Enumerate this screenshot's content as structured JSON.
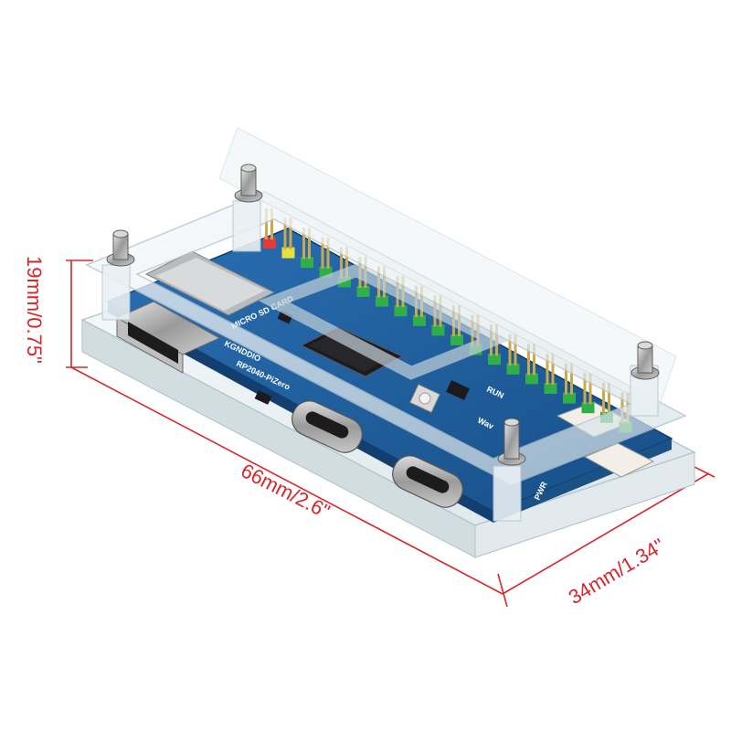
{
  "dimensions": {
    "height_label": "19mm/0.75\"",
    "length_label": "66mm/2.6\"",
    "width_label": "34mm/1.34\""
  },
  "board_silkscreen": {
    "sd_label": "MICRO SD CARD",
    "swd_label": "KGNDDIO",
    "board_name": "RP2040-PiZero",
    "run_label": "RUN",
    "brand_label": "Wav",
    "pwr_label": "PWR"
  },
  "colors": {
    "dimension_line": "#d8262b",
    "pcb": "#1f5f9e",
    "acrylic": "#e6eef2"
  }
}
